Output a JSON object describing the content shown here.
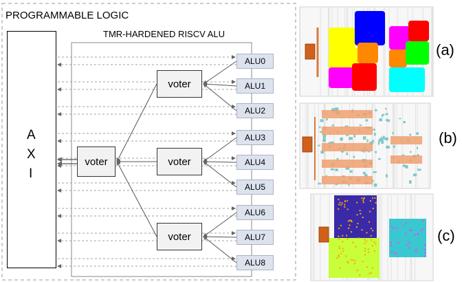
{
  "pl_title": "PROGRAMMABLE LOGIC",
  "alu_title": "TMR-HARDENED RISCV ALU",
  "axi_letters": [
    "A",
    "X",
    "I"
  ],
  "voters": [
    "voter",
    "voter",
    "voter",
    "voter"
  ],
  "alus": [
    "ALU0",
    "ALU1",
    "ALU2",
    "ALU3",
    "ALU4",
    "ALU5",
    "ALU6",
    "ALU7",
    "ALU8"
  ],
  "floorplans": [
    {
      "label": "(a)",
      "style": "colored-regions",
      "colors": [
        "#ffff00",
        "#0000ff",
        "#ff0000",
        "#ff00ff",
        "#00ff00",
        "#00ffff",
        "#ff8800"
      ]
    },
    {
      "label": "(b)",
      "style": "orange-teal-grid",
      "colors": [
        "#f0a070",
        "#7fc8c8"
      ]
    },
    {
      "label": "(c)",
      "style": "dense-mixed",
      "colors": [
        "#3a2aa8",
        "#ffa500",
        "#c8ff3a",
        "#3ac8d0",
        "#ff3aff"
      ]
    }
  ],
  "colors": {
    "alu_fill": "#dde3ee",
    "voter_fill": "#f2f2f2",
    "dashed": "#a0a0a0",
    "pblock_orange": "#d2601a"
  }
}
